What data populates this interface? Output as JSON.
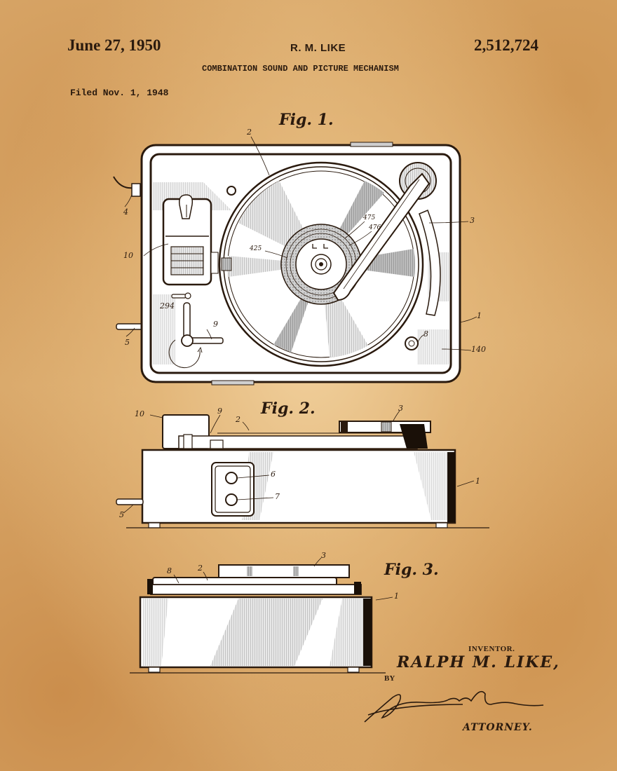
{
  "header": {
    "date": "June 27, 1950",
    "inventor_short": "R. M. LIKE",
    "patent_number": "2,512,724",
    "title": "COMBINATION SOUND AND PICTURE MECHANISM",
    "filed": "Filed Nov. 1, 1948"
  },
  "figures": [
    {
      "label": "Fig. 1.",
      "view": "top",
      "reference_numerals": [
        "2",
        "3",
        "4",
        "10",
        "294",
        "5",
        "9",
        "8",
        "1",
        "140",
        "475",
        "476",
        "425"
      ]
    },
    {
      "label": "Fig. 2.",
      "view": "front",
      "reference_numerals": [
        "10",
        "9",
        "2",
        "3",
        "6",
        "7",
        "1",
        "5"
      ]
    },
    {
      "label": "Fig. 3.",
      "view": "side",
      "reference_numerals": [
        "8",
        "2",
        "3",
        "1"
      ]
    }
  ],
  "signature_block": {
    "inventor_heading": "INVENTOR.",
    "inventor_name": "RALPH M. LIKE,",
    "by": "BY",
    "attorney_label": "ATTORNEY."
  },
  "colors": {
    "paper": "#d9a86a",
    "paper_light": "#f0d2a0",
    "ink": "#2a1a0e",
    "drawing_fill": "#ffffff"
  }
}
